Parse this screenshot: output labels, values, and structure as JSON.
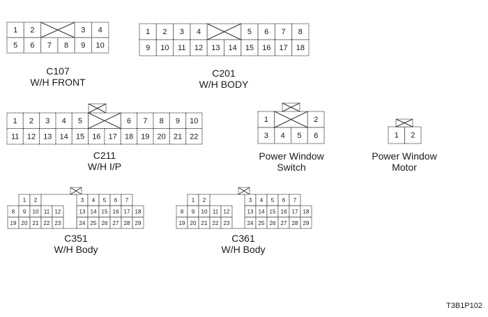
{
  "figure_code": "T3B1P102",
  "connectors": [
    {
      "id": "c107",
      "code": "C107",
      "name": "W/H FRONT",
      "rows": [
        [
          "1",
          "2",
          "X",
          "X",
          "3",
          "4"
        ],
        [
          "5",
          "6",
          "7",
          "8",
          "9",
          "10"
        ]
      ]
    },
    {
      "id": "c201",
      "code": "C201",
      "name": "W/H BODY",
      "rows": [
        [
          "1",
          "2",
          "3",
          "4",
          "X",
          "X",
          "5",
          "6",
          "7",
          "8"
        ],
        [
          "9",
          "10",
          "11",
          "12",
          "13",
          "14",
          "15",
          "16",
          "17",
          "18"
        ]
      ]
    },
    {
      "id": "c211",
      "code": "C211",
      "name": "W/H I/P",
      "rows": [
        [
          "1",
          "2",
          "3",
          "4",
          "5",
          "X",
          "X",
          "6",
          "7",
          "8",
          "9",
          "10"
        ],
        [
          "11",
          "12",
          "13",
          "14",
          "15",
          "16",
          "17",
          "18",
          "19",
          "20",
          "21",
          "22"
        ]
      ]
    },
    {
      "id": "pw-switch",
      "code": "Power Window",
      "name": "Switch",
      "rows": [
        [
          "1",
          "X",
          "X",
          "2"
        ],
        [
          "3",
          "4",
          "5",
          "6"
        ]
      ]
    },
    {
      "id": "pw-motor",
      "code": "Power Window",
      "name": "Motor",
      "rows": [
        [
          "1",
          "2"
        ]
      ]
    },
    {
      "id": "c351",
      "code": "C351",
      "name": "W/H Body",
      "rows": [
        [
          "",
          "1",
          "2",
          "",
          "",
          "",
          "3",
          "4",
          "5",
          "6",
          "7",
          ""
        ],
        [
          "8",
          "9",
          "10",
          "11",
          "12",
          "",
          "13",
          "14",
          "15",
          "16",
          "17",
          "18"
        ],
        [
          "19",
          "20",
          "21",
          "22",
          "23",
          "",
          "24",
          "25",
          "26",
          "27",
          "28",
          "29"
        ]
      ]
    },
    {
      "id": "c361",
      "code": "C361",
      "name": "W/H Body",
      "rows": [
        [
          "",
          "1",
          "2",
          "",
          "",
          "",
          "3",
          "4",
          "5",
          "6",
          "7",
          ""
        ],
        [
          "8",
          "9",
          "10",
          "11",
          "12",
          "",
          "13",
          "14",
          "15",
          "16",
          "17",
          "18"
        ],
        [
          "19",
          "20",
          "21",
          "22",
          "23",
          "",
          "24",
          "25",
          "26",
          "27",
          "28",
          "29"
        ]
      ]
    }
  ]
}
